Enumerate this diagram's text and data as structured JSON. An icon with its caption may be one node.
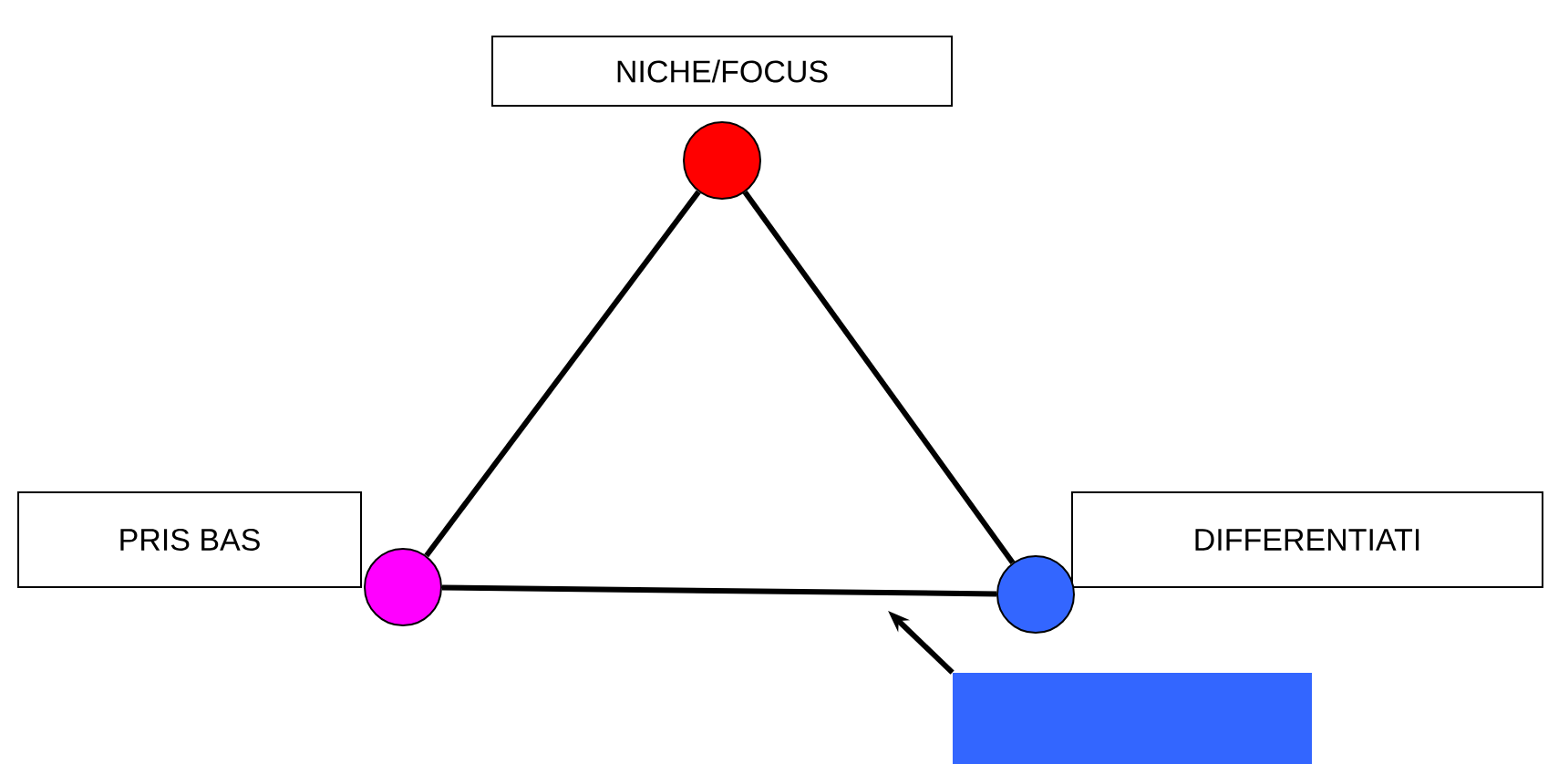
{
  "diagram": {
    "nodes": [
      {
        "text": [
          "NICHE/FOCUS"
        ]
      },
      {
        "text": [],
        "shape": "circle"
      },
      {
        "text": [
          "PRIS BAS"
        ]
      },
      {
        "text": [],
        "shape": "circle"
      },
      {
        "text": [
          "DIFFERENTIATI"
        ]
      },
      {
        "text": [],
        "shape": "circle"
      },
      {
        "text": [],
        "shape": "box"
      }
    ],
    "edges": [
      {
        "from": 1,
        "to": 3,
        "arrow": "none"
      },
      {
        "from": 1,
        "to": 5,
        "arrow": "none"
      },
      {
        "from": 3,
        "to": 5,
        "arrow": "none"
      },
      {
        "from": 6,
        "to": null,
        "arrow": "to"
      }
    ]
  }
}
